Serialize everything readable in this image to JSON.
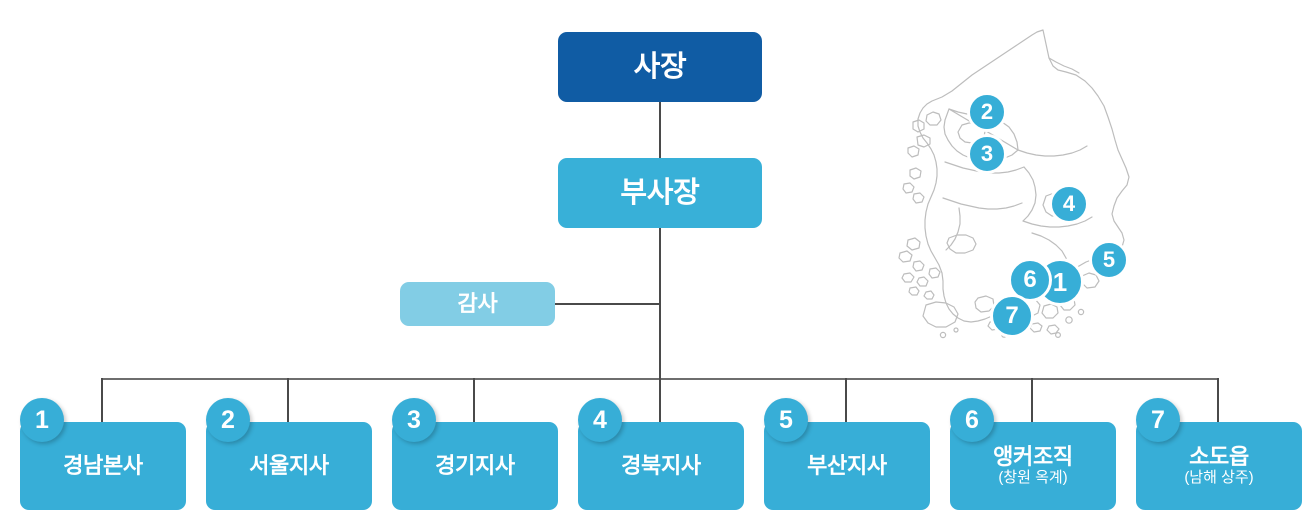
{
  "org_chart": {
    "top": {
      "ceo": {
        "label": "사장"
      },
      "vice_president": {
        "label": "부사장"
      },
      "audit": {
        "label": "감사"
      }
    },
    "branches": [
      {
        "number": "1",
        "label": "경남본사",
        "sub": ""
      },
      {
        "number": "2",
        "label": "서울지사",
        "sub": ""
      },
      {
        "number": "3",
        "label": "경기지사",
        "sub": ""
      },
      {
        "number": "4",
        "label": "경북지사",
        "sub": ""
      },
      {
        "number": "5",
        "label": "부산지사",
        "sub": ""
      },
      {
        "number": "6",
        "label": "앵커조직",
        "sub": "(창원 옥계)"
      },
      {
        "number": "7",
        "label": "소도읍",
        "sub": "(남해 상주)"
      }
    ]
  },
  "map": {
    "name": "south-korea-map",
    "outline_color": "#bdbdbd",
    "pins": [
      {
        "number": "1",
        "region": "경남본사"
      },
      {
        "number": "2",
        "region": "서울지사"
      },
      {
        "number": "3",
        "region": "경기지사"
      },
      {
        "number": "4",
        "region": "경북지사"
      },
      {
        "number": "5",
        "region": "부산지사"
      },
      {
        "number": "6",
        "region": "앵커조직"
      },
      {
        "number": "7",
        "region": "소도읍"
      }
    ]
  },
  "colors": {
    "dark_blue": "#105ca4",
    "medium_blue": "#38b0d8",
    "branch_blue": "#37aed7",
    "light_blue": "#82cde5",
    "line": "#4a4a4a",
    "background": "#ffffff"
  }
}
